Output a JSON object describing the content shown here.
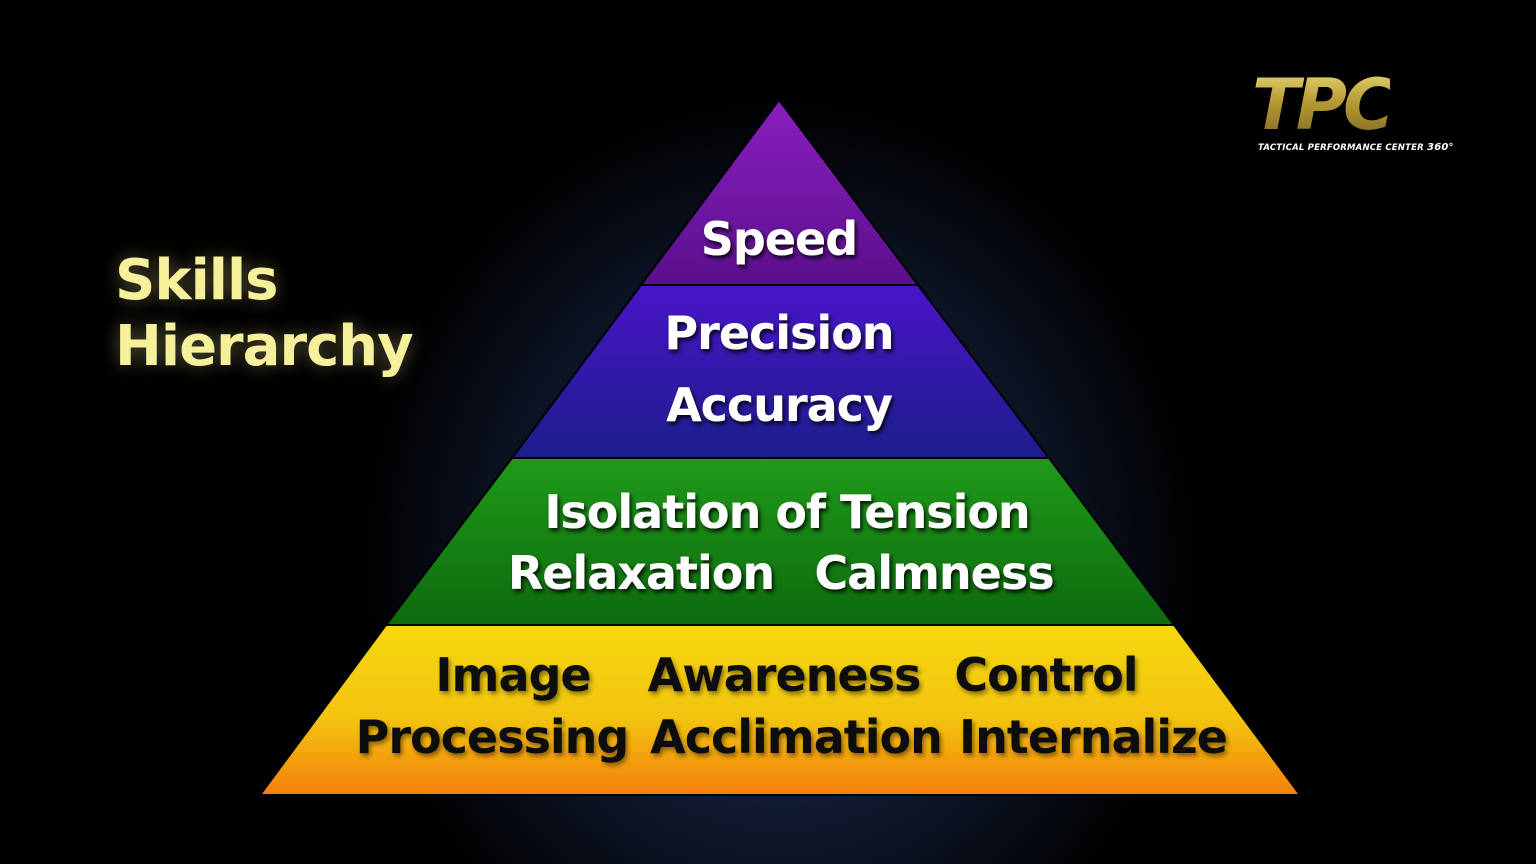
{
  "title": {
    "line1": "Skills",
    "line2": "Hierarchy"
  },
  "logo": {
    "mark": "TPC",
    "subtitle": "TACTICAL PERFORMANCE CENTER",
    "badge": "360°"
  },
  "tiers": [
    {
      "color_top": "#8a1fc0",
      "color_bottom": "#5a0f8c",
      "lines": [
        "Speed"
      ]
    },
    {
      "color_top": "#4a14c8",
      "color_bottom": "#1b1d8c",
      "lines": [
        "Precision",
        "Accuracy"
      ]
    },
    {
      "color_top": "#1f9a1a",
      "color_bottom": "#0d6a0d",
      "lines": [
        "Isolation of Tension",
        "Relaxation",
        "Calmness"
      ]
    },
    {
      "color_top": "#f5d80f",
      "color_bottom": "#f57f0a",
      "lines": [
        "Image",
        "Awareness",
        "Control",
        "Processing",
        "Acclimation",
        "Internalize"
      ]
    }
  ]
}
